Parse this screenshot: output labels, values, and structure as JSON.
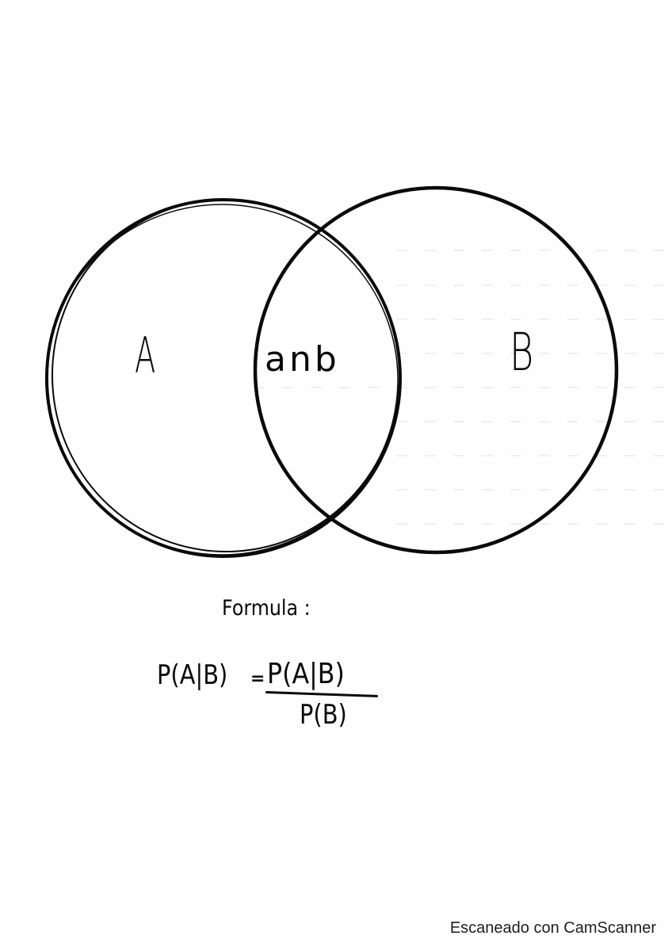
{
  "diagram": {
    "type": "venn",
    "sets": [
      {
        "id": "A",
        "label": "A"
      },
      {
        "id": "B",
        "label": "B"
      }
    ],
    "intersection": {
      "label": "anb"
    },
    "stroke_color": "#0a0a0a",
    "background_color": "#fefefe"
  },
  "formula": {
    "title": "Formula :",
    "lhs": "P(A|B)",
    "equals": "=",
    "numerator": "P(A|B)",
    "denominator": "P(B)"
  },
  "watermark": {
    "text": "Escaneado con CamScanner"
  }
}
